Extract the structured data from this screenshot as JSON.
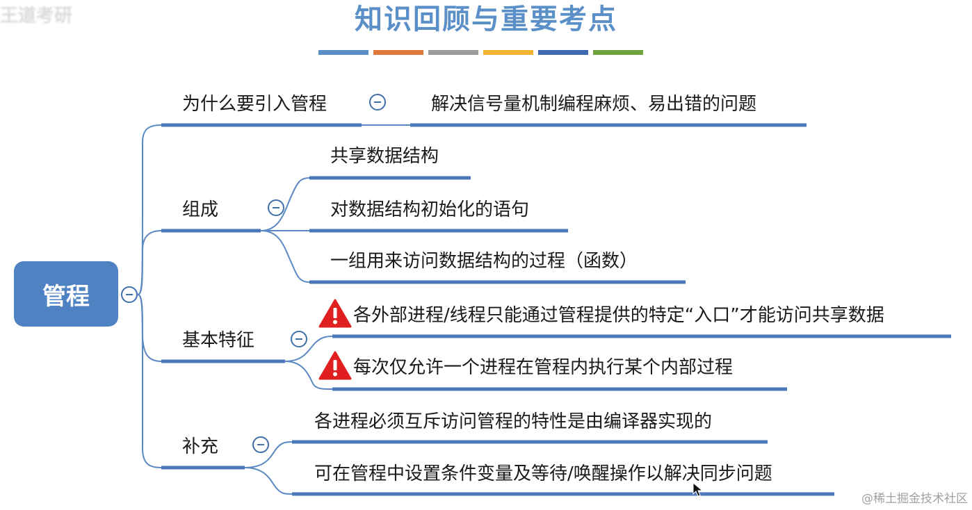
{
  "header": {
    "title": "知识回顾与重要考点",
    "color_strip": [
      "#5b8fc7",
      "#e0783a",
      "#9b9b9b",
      "#f2b531",
      "#3f69b0",
      "#6ea33f"
    ]
  },
  "watermarks": {
    "top_left": "王道考研",
    "bottom_right": "@稀土掘金技术社区"
  },
  "mindmap": {
    "root": "管程",
    "branches": [
      {
        "label": "为什么要引入管程",
        "children": [
          "解决信号量机制编程麻烦、易出错的问题"
        ]
      },
      {
        "label": "组成",
        "children": [
          "共享数据结构",
          "对数据结构初始化的语句",
          "一组用来访问数据结构的过程（函数）"
        ]
      },
      {
        "label": "基本特征",
        "children": [
          "各外部进程/线程只能通过管程提供的特定“入口”才能访问共享数据",
          "每次仅允许一个进程在管程内执行某个内部过程"
        ]
      },
      {
        "label": "补充",
        "children": [
          "各进程必须互斥访问管程的特性是由编译器实现的",
          "可在管程中设置条件变量及等待/唤醒操作以解决同步问题"
        ]
      }
    ]
  },
  "colors": {
    "root_fill": "#4f82c3",
    "underline": "#4a78b8",
    "connector": "#5a88c2",
    "warning": "#e02020"
  }
}
